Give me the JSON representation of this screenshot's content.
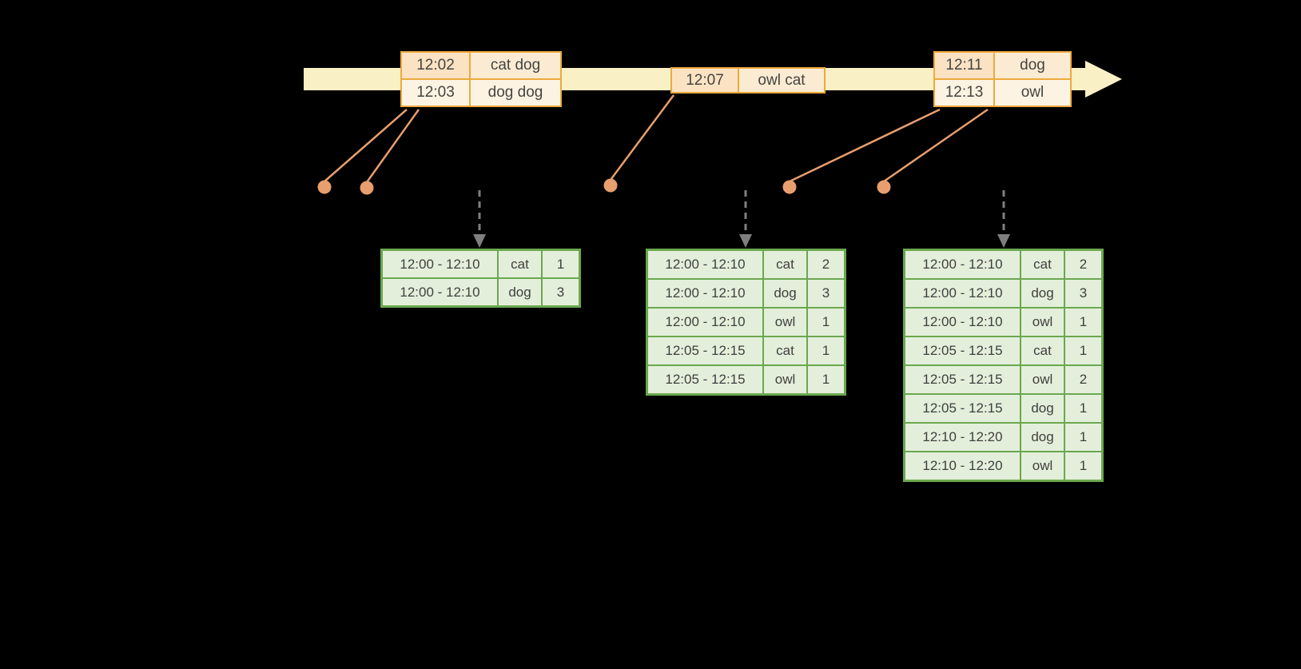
{
  "colors": {
    "bg": "#000000",
    "timeline-fill": "#faf0c5",
    "event-border": "#edaa3c",
    "event-row1-time": "#fbe2c3",
    "event-row1-words": "#fcebd3",
    "event-row2": "#fdf3e3",
    "connector": "#e89e6e",
    "trigger-arrow": "#7f7f7f",
    "result-border": "#6aa84f",
    "result-fill": "#e4efdb",
    "text": "#45443f"
  },
  "event_tables": [
    {
      "rows": [
        {
          "time": "12:02",
          "words": "cat dog"
        },
        {
          "time": "12:03",
          "words": "dog dog"
        }
      ]
    },
    {
      "rows": [
        {
          "time": "12:07",
          "words": "owl cat"
        }
      ]
    },
    {
      "rows": [
        {
          "time": "12:11",
          "words": "dog"
        },
        {
          "time": "12:13",
          "words": "owl"
        }
      ]
    }
  ],
  "result_tables": [
    {
      "rows": [
        {
          "window": "12:00 - 12:10",
          "word": "cat",
          "count": "1"
        },
        {
          "window": "12:00 - 12:10",
          "word": "dog",
          "count": "3"
        }
      ]
    },
    {
      "rows": [
        {
          "window": "12:00 - 12:10",
          "word": "cat",
          "count": "2"
        },
        {
          "window": "12:00 - 12:10",
          "word": "dog",
          "count": "3"
        },
        {
          "window": "12:00 - 12:10",
          "word": "owl",
          "count": "1"
        },
        {
          "window": "12:05 - 12:15",
          "word": "cat",
          "count": "1"
        },
        {
          "window": "12:05 - 12:15",
          "word": "owl",
          "count": "1"
        }
      ]
    },
    {
      "rows": [
        {
          "window": "12:00 - 12:10",
          "word": "cat",
          "count": "2"
        },
        {
          "window": "12:00 - 12:10",
          "word": "dog",
          "count": "3"
        },
        {
          "window": "12:00 - 12:10",
          "word": "owl",
          "count": "1"
        },
        {
          "window": "12:05 - 12:15",
          "word": "cat",
          "count": "1"
        },
        {
          "window": "12:05 - 12:15",
          "word": "owl",
          "count": "2"
        },
        {
          "window": "12:05 - 12:15",
          "word": "dog",
          "count": "1"
        },
        {
          "window": "12:10 - 12:20",
          "word": "dog",
          "count": "1"
        },
        {
          "window": "12:10 - 12:20",
          "word": "owl",
          "count": "1"
        }
      ]
    }
  ]
}
